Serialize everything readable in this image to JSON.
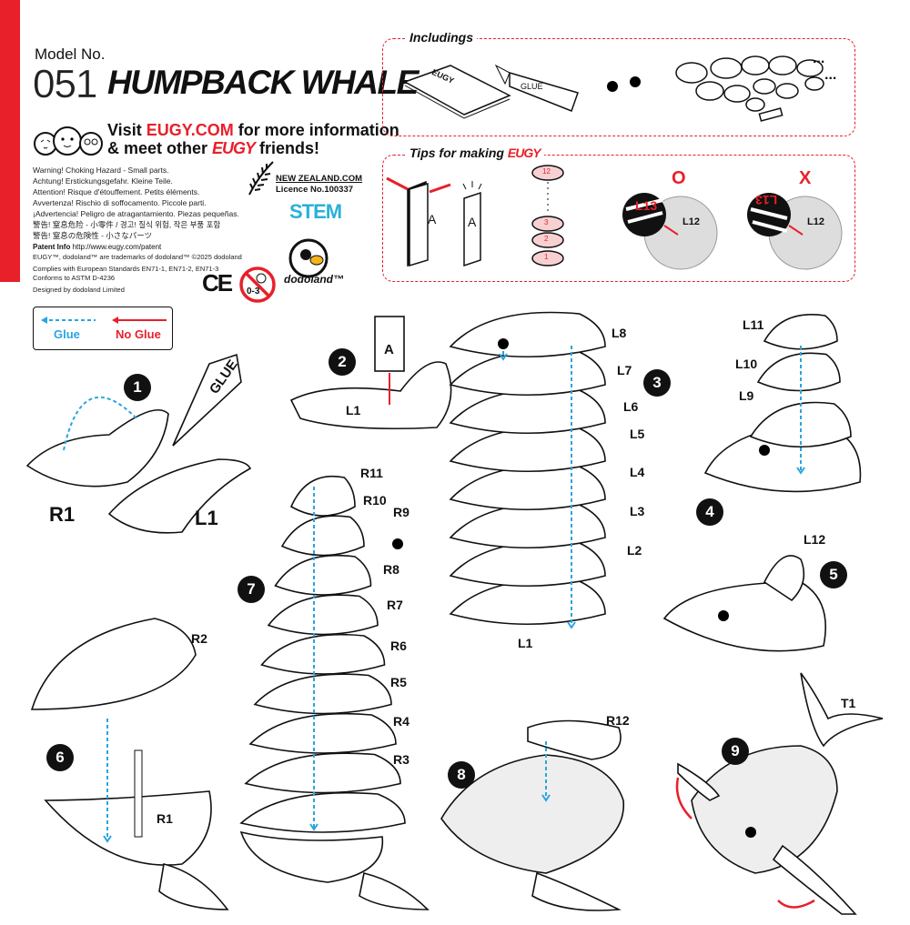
{
  "header": {
    "model_label": "Model No.",
    "model_number": "051",
    "model_name": "HUMPBACK WHALE",
    "visit_prefix": "Visit ",
    "visit_site": "EUGY.COM",
    "visit_suffix": " for more information",
    "meet_prefix": "& meet other ",
    "meet_brand": "EUGY",
    "meet_suffix": " friends!"
  },
  "warnings": [
    "Warning! Choking Hazard - Small parts.",
    "Achtung! Erstickungsgefahr. Kleine Teile.",
    "Attention! Risque d'étouffement. Petits éléments.",
    "Avvertenza! Rischio di soffocamento. Piccole parti.",
    "¡Advertencia! Peligro de atragantamiento. Piezas pequeñas.",
    "警告! 窒息危险 - 小零件  / 경고! 질식 위험, 작은 부품 포함",
    "警告! 窒息の危険性 - 小さなパーツ"
  ],
  "legal": {
    "patent_label": "Patent Info",
    "patent_url": "http://www.eugy.com/patent",
    "trademark": "EUGY™, dodoland™ are trademarks of dodoland™ ©2025 dodoland",
    "standards": "Complies with European Standards EN71-1, EN71-2, EN71-3",
    "astm": "Conforms to ASTM D-4236",
    "designed": "Designed by dodoland Limited",
    "ce": "CE",
    "age": "0-3",
    "nz_site": "NEW ZEALAND.COM",
    "nz_licence": "Licence No.100337",
    "stem": "STEM",
    "dodoland": "dodoland™"
  },
  "includings": {
    "title": "Includings",
    "booklet": "EUGY",
    "glue": "GLUE",
    "ellipsis": "..."
  },
  "tips": {
    "title": "Tips for making",
    "brand": "EUGY",
    "card_letter": "A",
    "disc_numbers": [
      "12",
      "3",
      "2",
      "1"
    ],
    "correct_part": "L13",
    "correct_mark": "O",
    "wrong_part": "L13",
    "wrong_mark": "X",
    "base_part": "L12"
  },
  "legend": {
    "glue": "Glue",
    "no_glue": "No Glue"
  },
  "steps": {
    "s1": {
      "num": "1",
      "glue_label": "GLUE",
      "parts": [
        "R1",
        "L1"
      ]
    },
    "s2": {
      "num": "2",
      "card": "A",
      "parts": [
        "L1"
      ]
    },
    "s3": {
      "num": "3",
      "parts": [
        "L8",
        "L7",
        "L6",
        "L5",
        "L4",
        "L3",
        "L2",
        "L1"
      ]
    },
    "s4": {
      "num": "4",
      "parts": [
        "L11",
        "L10",
        "L9"
      ]
    },
    "s5": {
      "num": "5",
      "parts": [
        "L12"
      ]
    },
    "s6": {
      "num": "6",
      "parts": [
        "R2",
        "R1"
      ]
    },
    "s7": {
      "num": "7",
      "parts": [
        "R11",
        "R10",
        "R9",
        "R8",
        "R7",
        "R6",
        "R5",
        "R4",
        "R3"
      ]
    },
    "s8": {
      "num": "8",
      "parts": [
        "R12"
      ]
    },
    "s9": {
      "num": "9",
      "parts": [
        "T1"
      ]
    }
  },
  "colors": {
    "accent": "#e8202a",
    "glue_line": "#2aa4e0"
  }
}
